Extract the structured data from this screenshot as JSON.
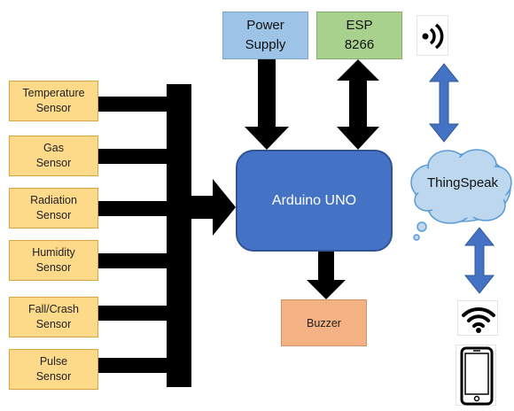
{
  "sensors": [
    {
      "label": "Temperature\nSensor"
    },
    {
      "label": "Gas\nSensor"
    },
    {
      "label": "Radiation\nSensor"
    },
    {
      "label": "Humidity\nSensor"
    },
    {
      "label": "Fall/Crash\nSensor"
    },
    {
      "label": "Pulse\nSensor"
    }
  ],
  "power_supply": {
    "label": "Power\nSupply"
  },
  "esp": {
    "label": "ESP\n8266"
  },
  "controller": {
    "label": "Arduino UNO"
  },
  "buzzer": {
    "label": "Buzzer"
  },
  "cloud": {
    "label": "ThingSpeak"
  },
  "icons": [
    "wireless-signal-icon",
    "wifi-icon",
    "smartphone-icon"
  ],
  "colors": {
    "sensor_fill": "#fdd98a",
    "power_fill": "#9dc3e6",
    "esp_fill": "#a9d18e",
    "controller_fill": "#4472c4",
    "buzzer_fill": "#f4b183",
    "cloud_fill": "#bdd7ee",
    "link_arrow": "#4472c4"
  }
}
